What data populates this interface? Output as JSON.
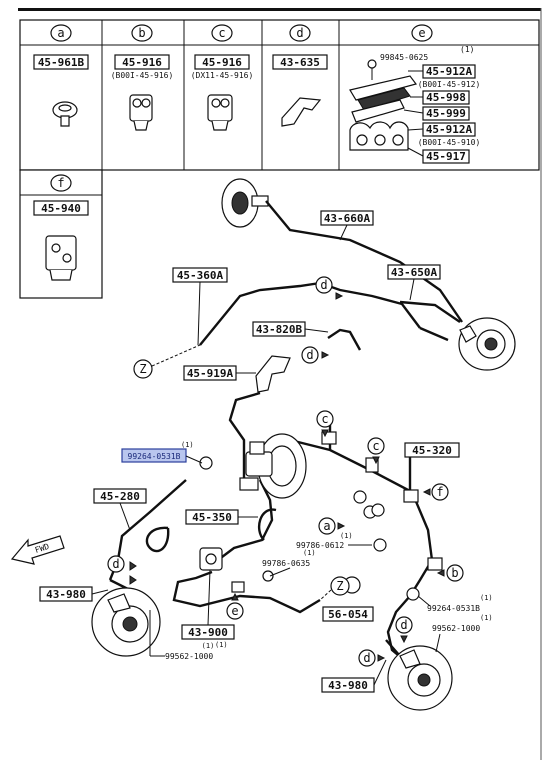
{
  "legend": {
    "columns": [
      {
        "letter": "a",
        "part": "45-961B",
        "sub": ""
      },
      {
        "letter": "b",
        "part": "45-916",
        "sub": "(B00I-45-916)"
      },
      {
        "letter": "c",
        "part": "45-916",
        "sub": "(DX11-45-916)"
      },
      {
        "letter": "d",
        "part": "43-635",
        "sub": ""
      },
      {
        "letter": "e",
        "part": "",
        "sub": ""
      }
    ],
    "e_parts": {
      "screw_part": "99845-0625",
      "screw_qty": "(1)",
      "p1": "45-912A",
      "p1_sub": "(B00I-45-912)",
      "p2": "45-998",
      "p3": "45-999",
      "p4": "45-912A",
      "p4_sub": "(B00I-45-910)",
      "p5": "45-917"
    },
    "f": {
      "letter": "f",
      "part": "45-940"
    }
  },
  "labels": {
    "l_43_660A": "43-660A",
    "l_43_650A": "43-650A",
    "l_45_360A": "45-360A",
    "l_43_820B": "43-820B",
    "l_45_919A": "45-919A",
    "l_45_320": "45-320",
    "l_45_280": "45-280",
    "l_45_350": "45-350",
    "l_43_980_left": "43-980",
    "l_43_900": "43-900",
    "l_56_054": "56-054",
    "l_43_980_right": "43-980",
    "highlight_part": "99264-0531B",
    "highlight_qty": "(1)",
    "p_99786_0612": "99786-0612",
    "p_99786_0612_qty": "(1)",
    "p_99786_0635": "99786-0635",
    "p_99786_0635_qty": "(1)",
    "p_99264_0531B_r": "99264-0531B",
    "p_99264_0531B_r_qty": "(1)",
    "p_99562_1000_r": "99562-1000",
    "p_99562_1000_r_qty": "(1)",
    "p_99562_1000_l": "99562-1000",
    "p_99562_1000_l_qty": "(1)",
    "p_43_900_qty": "(1)",
    "fwd": "FWD"
  },
  "callouts": {
    "a": "a",
    "b": "b",
    "c": "c",
    "d": "d",
    "e": "e",
    "f": "f",
    "z": "Z"
  }
}
